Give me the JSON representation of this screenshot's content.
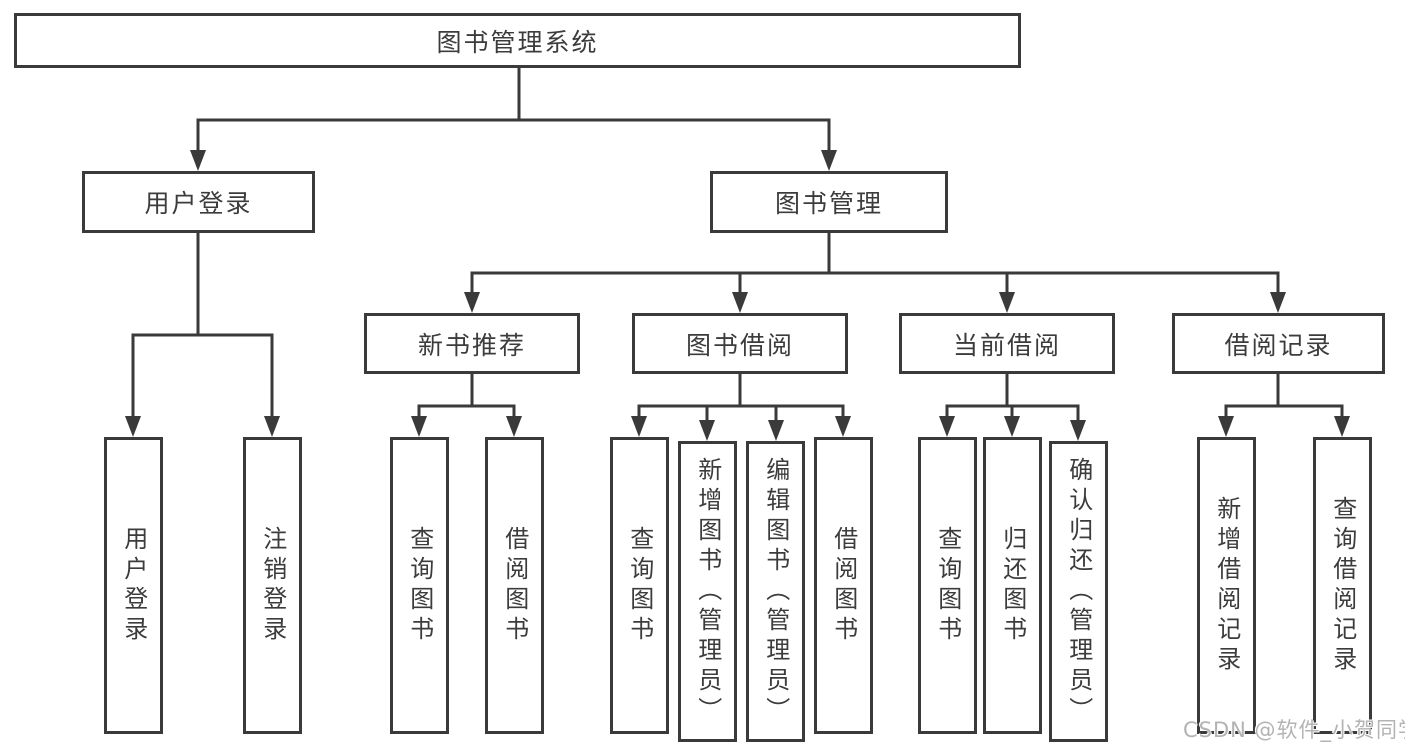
{
  "tree": {
    "label": "图书管理系统",
    "children": [
      {
        "label": "用户登录",
        "children": [
          {
            "label": "用户登录"
          },
          {
            "label": "注销登录"
          }
        ]
      },
      {
        "label": "图书管理",
        "children": [
          {
            "label": "新书推荐",
            "children": [
              {
                "label": "查询图书"
              },
              {
                "label": "借阅图书"
              }
            ]
          },
          {
            "label": "图书借阅",
            "children": [
              {
                "label": "查询图书"
              },
              {
                "label": "新增图书（管理员）"
              },
              {
                "label": "编辑图书（管理员）"
              },
              {
                "label": "借阅图书"
              }
            ]
          },
          {
            "label": "当前借阅",
            "children": [
              {
                "label": "查询图书"
              },
              {
                "label": "归还图书"
              },
              {
                "label": "确认归还（管理员）"
              }
            ]
          },
          {
            "label": "借阅记录",
            "children": [
              {
                "label": "新增借阅记录"
              },
              {
                "label": "查询借阅记录"
              }
            ]
          }
        ]
      }
    ]
  },
  "watermark": {
    "text": "CSDN @软件_小贺同学"
  },
  "colors": {
    "line": "#3a3a3a",
    "text": "#3c3c3c",
    "background": "#ffffff",
    "watermark": "#b3b3b3"
  }
}
